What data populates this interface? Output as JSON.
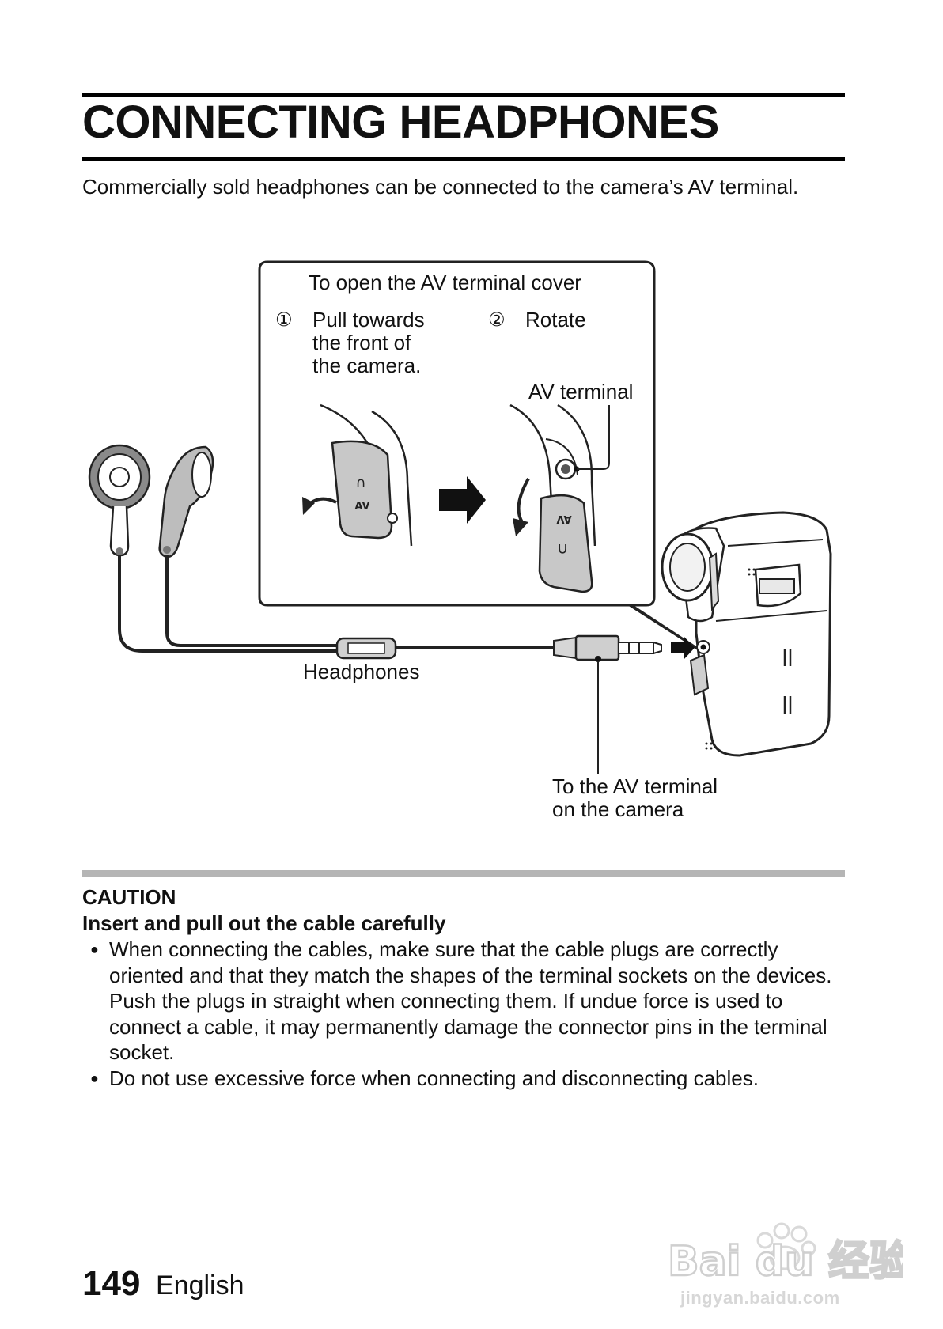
{
  "page": {
    "title": "CONNECTING HEADPHONES",
    "intro": "Commercially sold headphones can be connected to the camera’s AV terminal."
  },
  "diagram": {
    "callout_heading": "To open the AV terminal cover",
    "step1_number": "①",
    "step1_text": "Pull towards\nthe front of\nthe camera.",
    "step2_number": "②",
    "step2_text": "Rotate",
    "av_terminal_label": "AV terminal",
    "headphones_label": "Headphones",
    "connection_label": "To the AV terminal\non the camera",
    "cover_mark": "AV"
  },
  "caution": {
    "heading": "CAUTION",
    "subheading": "Insert and pull out the cable carefully",
    "bullet_symbol": "●",
    "bullets": [
      "When connecting the cables, make sure that the cable plugs are correctly oriented and that they match the shapes of the terminal sockets on the devices. Push the plugs in straight when connecting them. If undue force is used to connect a cable, it may permanently damage the connector pins in the terminal socket.",
      "Do not use excessive force when connecting and disconnecting cables."
    ]
  },
  "footer": {
    "page_number": "149",
    "language": "English"
  },
  "watermark": {
    "logo_text": "Bai du 经验",
    "url": "jingyan.baidu.com"
  }
}
